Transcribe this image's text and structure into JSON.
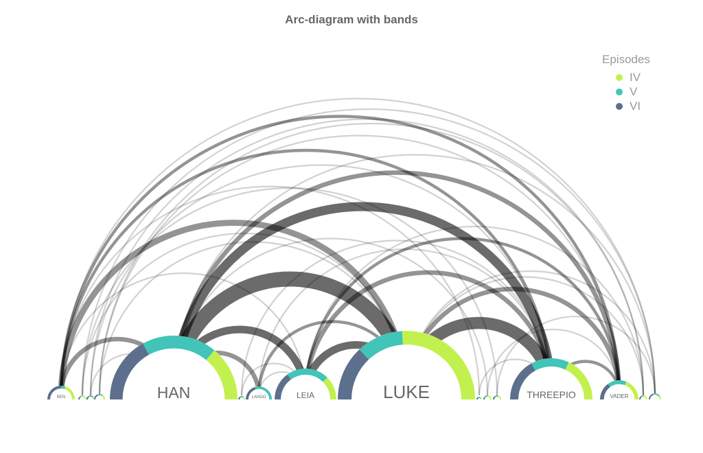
{
  "chart_data": {
    "type": "arc-diagram",
    "title": "Arc-diagram with bands",
    "legend_title": "Episodes",
    "legend_position": "top-right",
    "episodes": [
      {
        "name": "IV",
        "color": "#c2f14f"
      },
      {
        "name": "V",
        "color": "#42c4b8"
      },
      {
        "name": "VI",
        "color": "#5c6f8c"
      }
    ],
    "nodes": [
      {
        "id": "BEN",
        "label": "BEN",
        "values": [
          0.4,
          0.1,
          0.5
        ]
      },
      {
        "id": "n2",
        "label": "",
        "values": [
          0.6,
          0.2,
          0.2
        ]
      },
      {
        "id": "n3",
        "label": "",
        "values": [
          0.2,
          0.5,
          0.3
        ]
      },
      {
        "id": "n4",
        "label": "",
        "values": [
          0.3,
          0.3,
          0.4
        ]
      },
      {
        "id": "HAN",
        "label": "HAN",
        "values": [
          0.28,
          0.38,
          0.34
        ]
      },
      {
        "id": "n6",
        "label": "",
        "values": [
          0.3,
          0.4,
          0.3
        ]
      },
      {
        "id": "LANDO",
        "label": "LANDO",
        "values": [
          0.0,
          0.6,
          0.4
        ]
      },
      {
        "id": "LEIA",
        "label": "LEIA",
        "values": [
          0.25,
          0.45,
          0.3
        ]
      },
      {
        "id": "LUKE",
        "label": "LUKE",
        "values": [
          0.52,
          0.22,
          0.26
        ]
      },
      {
        "id": "n10",
        "label": "",
        "values": [
          0.3,
          0.4,
          0.3
        ]
      },
      {
        "id": "n11",
        "label": "",
        "values": [
          0.5,
          0.3,
          0.2
        ]
      },
      {
        "id": "n12",
        "label": "",
        "values": [
          0.4,
          0.3,
          0.3
        ]
      },
      {
        "id": "THREEPIO",
        "label": "THREEPIO",
        "values": [
          0.36,
          0.3,
          0.34
        ]
      },
      {
        "id": "VADER",
        "label": "VADER",
        "values": [
          0.38,
          0.32,
          0.3
        ]
      },
      {
        "id": "n15",
        "label": "",
        "values": [
          0.5,
          0.2,
          0.3
        ]
      },
      {
        "id": "n16",
        "label": "",
        "values": [
          0.2,
          0.4,
          0.4
        ]
      }
    ],
    "links": [
      {
        "source": "HAN",
        "target": "LUKE",
        "weight": 10
      },
      {
        "source": "LUKE",
        "target": "THREEPIO",
        "weight": 8
      },
      {
        "source": "HAN",
        "target": "THREEPIO",
        "weight": 6
      },
      {
        "source": "HAN",
        "target": "LEIA",
        "weight": 5
      },
      {
        "source": "LEIA",
        "target": "LUKE",
        "weight": 5
      },
      {
        "source": "BEN",
        "target": "LUKE",
        "weight": 4
      },
      {
        "source": "HAN",
        "target": "VADER",
        "weight": 3
      },
      {
        "source": "LUKE",
        "target": "VADER",
        "weight": 3
      },
      {
        "source": "BEN",
        "target": "HAN",
        "weight": 3
      },
      {
        "source": "BEN",
        "target": "THREEPIO",
        "weight": 2
      },
      {
        "source": "LEIA",
        "target": "THREEPIO",
        "weight": 3
      },
      {
        "source": "BEN",
        "target": "VADER",
        "weight": 2
      },
      {
        "source": "LANDO",
        "target": "LUKE",
        "weight": 2
      },
      {
        "source": "HAN",
        "target": "LANDO",
        "weight": 3
      },
      {
        "source": "BEN",
        "target": "n16",
        "weight": 1
      },
      {
        "source": "LEIA",
        "target": "VADER",
        "weight": 2
      },
      {
        "source": "n2",
        "target": "n16",
        "weight": 1
      },
      {
        "source": "n3",
        "target": "n15",
        "weight": 1
      },
      {
        "source": "n4",
        "target": "VADER",
        "weight": 1
      },
      {
        "source": "BEN",
        "target": "LEIA",
        "weight": 1
      },
      {
        "source": "THREEPIO",
        "target": "VADER",
        "weight": 2
      },
      {
        "source": "HAN",
        "target": "n16",
        "weight": 1
      },
      {
        "source": "LUKE",
        "target": "n16",
        "weight": 1
      },
      {
        "source": "LANDO",
        "target": "LEIA",
        "weight": 1
      },
      {
        "source": "LANDO",
        "target": "THREEPIO",
        "weight": 1
      },
      {
        "source": "n2",
        "target": "LUKE",
        "weight": 1
      },
      {
        "source": "n3",
        "target": "HAN",
        "weight": 1
      },
      {
        "source": "n4",
        "target": "LUKE",
        "weight": 1
      },
      {
        "source": "n6",
        "target": "LEIA",
        "weight": 1
      },
      {
        "source": "n10",
        "target": "THREEPIO",
        "weight": 1
      },
      {
        "source": "n11",
        "target": "VADER",
        "weight": 1
      },
      {
        "source": "n12",
        "target": "n16",
        "weight": 1
      },
      {
        "source": "BEN",
        "target": "n10",
        "weight": 1
      },
      {
        "source": "n2",
        "target": "n12",
        "weight": 1
      },
      {
        "source": "n3",
        "target": "THREEPIO",
        "weight": 1
      },
      {
        "source": "n4",
        "target": "n15",
        "weight": 1
      },
      {
        "source": "HAN",
        "target": "n11",
        "weight": 1
      },
      {
        "source": "LEIA",
        "target": "n15",
        "weight": 1
      },
      {
        "source": "LUKE",
        "target": "n15",
        "weight": 1
      },
      {
        "source": "n6",
        "target": "THREEPIO",
        "weight": 1
      }
    ]
  }
}
